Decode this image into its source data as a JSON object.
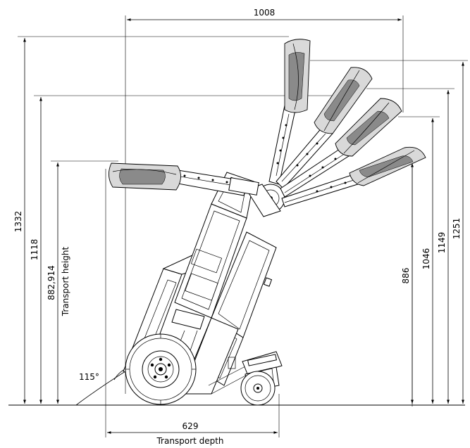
{
  "dimensions": {
    "overall_width": "1008",
    "height_max": "1332",
    "height_2": "1118",
    "height_3": "1251",
    "height_4": "1149",
    "height_5": "1046",
    "height_6": "886",
    "transport_height_value": "882,914",
    "transport_height_label": "Transport height",
    "transport_depth_value": "629",
    "transport_depth_label": "Transport depth",
    "angle": "115°"
  },
  "colors": {
    "line": "#000000",
    "grip_light": "#d9d9d9",
    "grip_dark": "#8a8a8a"
  }
}
